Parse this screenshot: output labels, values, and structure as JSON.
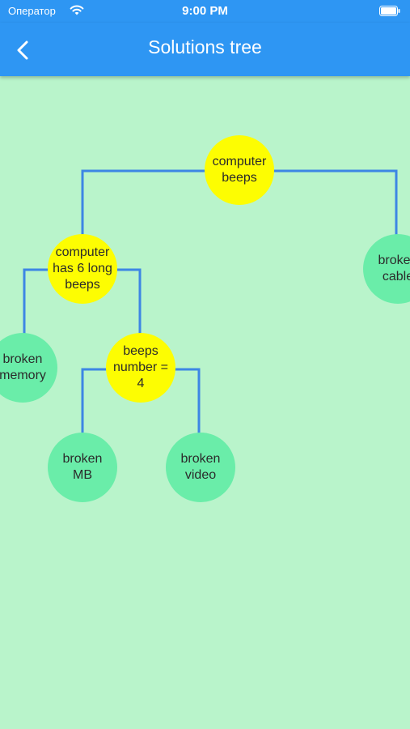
{
  "status_bar": {
    "carrier": "Оператор",
    "time": "9:00 PM"
  },
  "app_bar": {
    "title": "Solutions tree",
    "back_icon": "chevron-left-icon"
  },
  "tree": {
    "nodes": {
      "root": {
        "text": "computer\nbeeps",
        "kind": "question"
      },
      "q1": {
        "text": "computer\nhas 6 long\nbeeps",
        "kind": "question"
      },
      "broken_cable": {
        "text": "broken\ncable",
        "kind": "solution"
      },
      "broken_memory": {
        "text": "broken\nmemory",
        "kind": "solution"
      },
      "q2": {
        "text": "beeps\nnumber =\n4",
        "kind": "question"
      },
      "broken_mb": {
        "text": "broken\nMB",
        "kind": "solution"
      },
      "broken_video": {
        "text": "broken\nvideo",
        "kind": "solution"
      }
    }
  },
  "colors": {
    "app_bar": "#2e96f3",
    "background": "#b9f4cb",
    "question_node": "#fdfd02",
    "solution_node": "#6aeda9",
    "connector": "#3d86e4"
  }
}
